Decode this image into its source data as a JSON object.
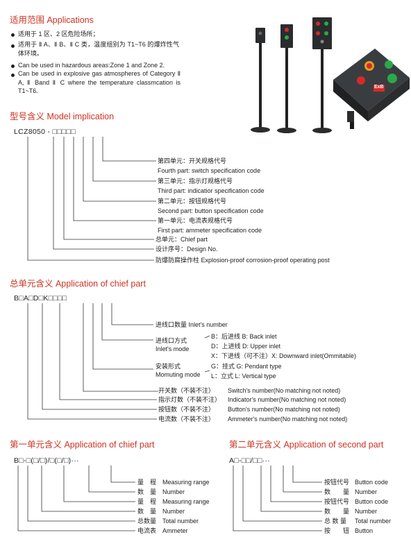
{
  "applications": {
    "title": "适用范围 Applications",
    "items": [
      "适用于 1 区、2 区危险场所；",
      "适用于 Ⅱ A、Ⅱ B、Ⅱ C 类，温度组别为 T1~T6 的爆炸性气体环境。",
      "Can be used in hazardous areas:Zone 1 and Zone 2.",
      "Can be used in explosive gas atmospheres of Category Ⅱ A, Ⅱ Band Ⅱ C where the temperature classmcation is T1~T6."
    ]
  },
  "model": {
    "title": "型号含义 Model implication",
    "code": "LCZ8050 - □□□□□",
    "labels": [
      "第四单元：开关规格代号",
      "Fourth part: switch specification code",
      "第三单元：指示灯规格代号",
      "Third part: indicatior specification code",
      "第二单元：按钮规格代号",
      "Second part: button specification code",
      "第一单元：电流表规格代号",
      "First part: ammeter specification code",
      "总单元：Chief part",
      "设计序号：Design No.",
      "防爆防腐操作柱 Explosion-proof corrosion-proof operating post"
    ]
  },
  "chief": {
    "title": "总单元含义 Application of chief part",
    "code": "B□A□D□K□□□□",
    "inlet_number": "进线口数量 Inlet's number",
    "inlet_mode_cn": "进线口方式",
    "inlet_mode_en": "Inlet's mode",
    "inlet_options": [
      "B：后进线 B: Back inlet",
      "D：上进线 D: Upper inlet",
      "X：下进线（可不注）X: Downward inlet(Ommitable)"
    ],
    "mount_cn": "安装形式",
    "mount_en": "Momuting mode",
    "mount_options": [
      "G：挂式 G: Pendant type",
      "L：立式 L: Vertical type"
    ],
    "counts": [
      {
        "cn": "开关数（不装不注）",
        "en": "Switch's number(No matching not noted)"
      },
      {
        "cn": "指示灯数（不装不注）",
        "en": "Indicator's number(No matching not noted)"
      },
      {
        "cn": "按钮数（不装不注）",
        "en": "Button's number(No matching not noted)"
      },
      {
        "cn": "电流数（不装不注）",
        "en": "Ammeter's number(No matching not noted)"
      }
    ]
  },
  "first_unit": {
    "title": "第一单元含义 Application of chief part",
    "code": "B□-□(□/□)/□(□/□)···",
    "rows": [
      {
        "cn": "量　程",
        "en": "Measuring range"
      },
      {
        "cn": "数　量",
        "en": "Number"
      },
      {
        "cn": "量　程",
        "en": "Measuring range"
      },
      {
        "cn": "数　量",
        "en": "Number"
      },
      {
        "cn": "总数量",
        "en": "Total number"
      },
      {
        "cn": "电流表",
        "en": "Ammeter"
      }
    ]
  },
  "second_unit": {
    "title": "第二单元含义 Application of second part",
    "code": "A□-□□/□□···",
    "rows": [
      {
        "cn": "按钮代号",
        "en": "Button code"
      },
      {
        "cn": "数　　量",
        "en": "Number"
      },
      {
        "cn": "按钮代号",
        "en": "Button code"
      },
      {
        "cn": "数　　量",
        "en": "Number"
      },
      {
        "cn": "总 数 量",
        "en": "Total number"
      },
      {
        "cn": "按　　钮",
        "en": "Button"
      }
    ]
  },
  "product": {
    "label_tag": "ExB",
    "colors": {
      "body": "#2a2c2e",
      "red": "#d52a2a",
      "green": "#2aa84a",
      "amber": "#e0a020",
      "title_red": "#cc3322"
    }
  }
}
